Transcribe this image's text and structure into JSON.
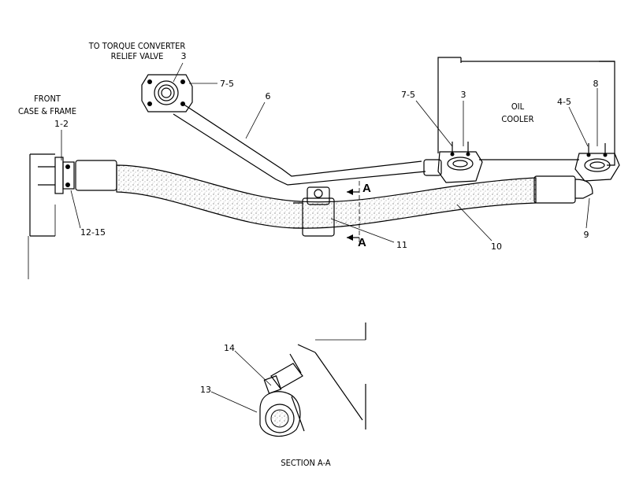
{
  "labels": {
    "torque_converter": [
      "TO TORQUE CONVERTER",
      "RELIEF VALVE"
    ],
    "front_case": [
      "FRONT",
      "CASE & FRAME"
    ],
    "oil_cooler": [
      "OIL",
      "COOLER"
    ],
    "section_title": "SECTION A-A",
    "section_marker": "A"
  },
  "callouts": {
    "c3_top": "3",
    "c7_5_top": "7-5",
    "c6": "6",
    "c1_2": "1-2",
    "c12_15": "12-15",
    "c7_5_cooler": "7-5",
    "c3_cooler": "3",
    "c4_5": "4-5",
    "c8": "8",
    "c9": "9",
    "c10": "10",
    "c11": "11",
    "c14": "14",
    "c13": "13"
  }
}
